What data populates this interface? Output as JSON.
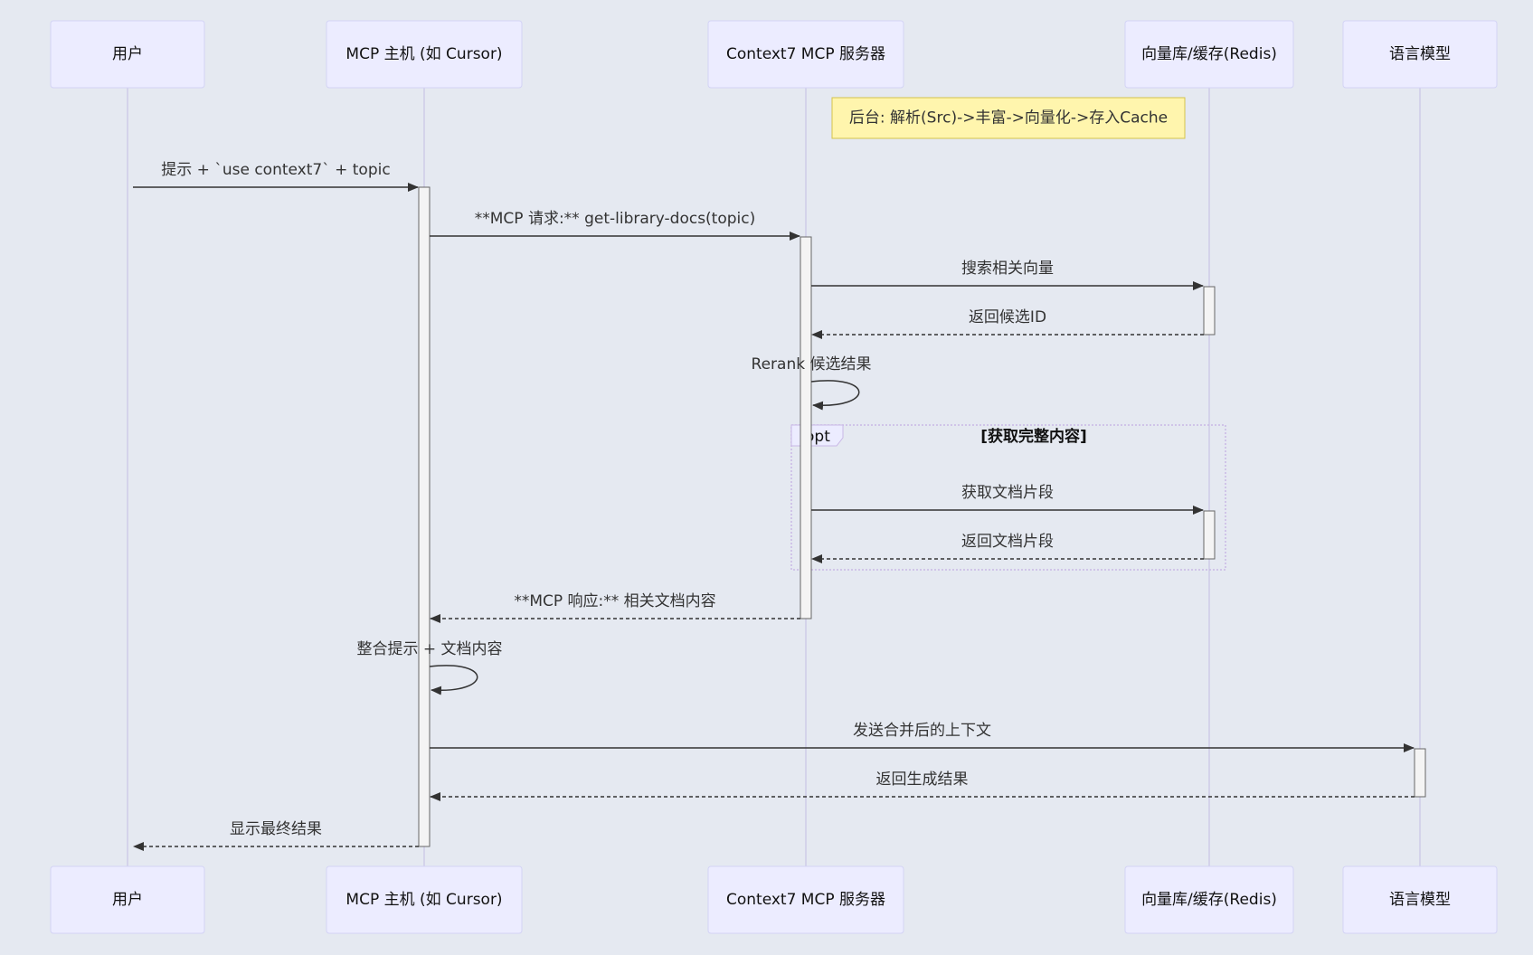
{
  "actors": [
    {
      "id": "user",
      "label": "用户"
    },
    {
      "id": "host",
      "label": "MCP 主机 (如 Cursor)"
    },
    {
      "id": "server",
      "label": "Context7 MCP 服务器"
    },
    {
      "id": "store",
      "label": "向量库/缓存(Redis)"
    },
    {
      "id": "llm",
      "label": "语言模型"
    }
  ],
  "note": {
    "over": [
      "server",
      "store"
    ],
    "text": "后台: 解析(Src)->丰富->向量化->存入Cache"
  },
  "messages": [
    {
      "from": "user",
      "to": "host",
      "text": "提示 + `use context7` + topic",
      "style": "solid"
    },
    {
      "from": "host",
      "to": "server",
      "text": "**MCP 请求:** get-library-docs(topic)",
      "style": "solid"
    },
    {
      "from": "server",
      "to": "store",
      "text": "搜索相关向量",
      "style": "solid"
    },
    {
      "from": "store",
      "to": "server",
      "text": "返回候选ID",
      "style": "dashed"
    },
    {
      "from": "server",
      "to": "server",
      "text": "Rerank 候选结果",
      "style": "solid"
    },
    {
      "from": "server",
      "to": "store",
      "text": "获取文档片段",
      "style": "solid"
    },
    {
      "from": "store",
      "to": "server",
      "text": "返回文档片段",
      "style": "dashed"
    },
    {
      "from": "server",
      "to": "host",
      "text": "**MCP 响应:** 相关文档内容",
      "style": "dashed"
    },
    {
      "from": "host",
      "to": "host",
      "text": "整合提示 + 文档内容",
      "style": "solid"
    },
    {
      "from": "host",
      "to": "llm",
      "text": "发送合并后的上下文",
      "style": "solid"
    },
    {
      "from": "llm",
      "to": "host",
      "text": "返回生成结果",
      "style": "dashed"
    },
    {
      "from": "host",
      "to": "user",
      "text": "显示最终结果",
      "style": "dashed"
    }
  ],
  "fragment": {
    "kind": "opt",
    "condition": "[获取完整内容]",
    "covers_messages": [
      5,
      6
    ]
  },
  "colors": {
    "background": "#e5e9f1",
    "actor_fill": "#ececff",
    "note_fill": "#fff5ad",
    "line": "#333333"
  }
}
